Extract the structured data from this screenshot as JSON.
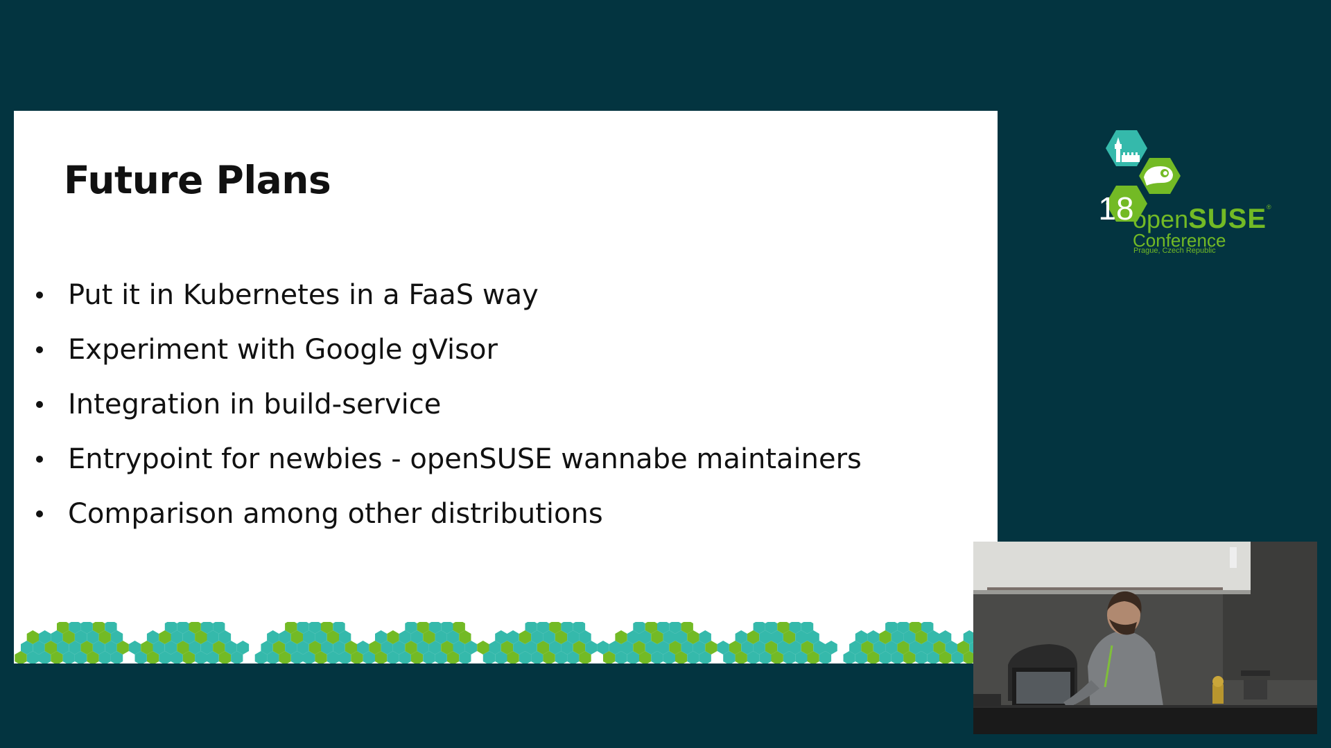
{
  "slide": {
    "title": "Future Plans",
    "bullets": [
      "Put it in Kubernetes in a FaaS way",
      "Experiment with Google gVisor",
      "Integration in build-service",
      "Entrypoint for newbies - openSUSE wannabe maintainers",
      "Comparison among other distributions"
    ]
  },
  "logo": {
    "year": "18",
    "brand_open": "open",
    "brand_suse": "SUSE",
    "reg_mark": "®",
    "subtitle": "Conference",
    "location": "Prague, Czech Republic"
  },
  "colors": {
    "background": "#033440",
    "slide": "#ffffff",
    "green": "#73ba25",
    "teal": "#35b9ab"
  },
  "icons": [
    "castle-icon",
    "chameleon-icon"
  ]
}
